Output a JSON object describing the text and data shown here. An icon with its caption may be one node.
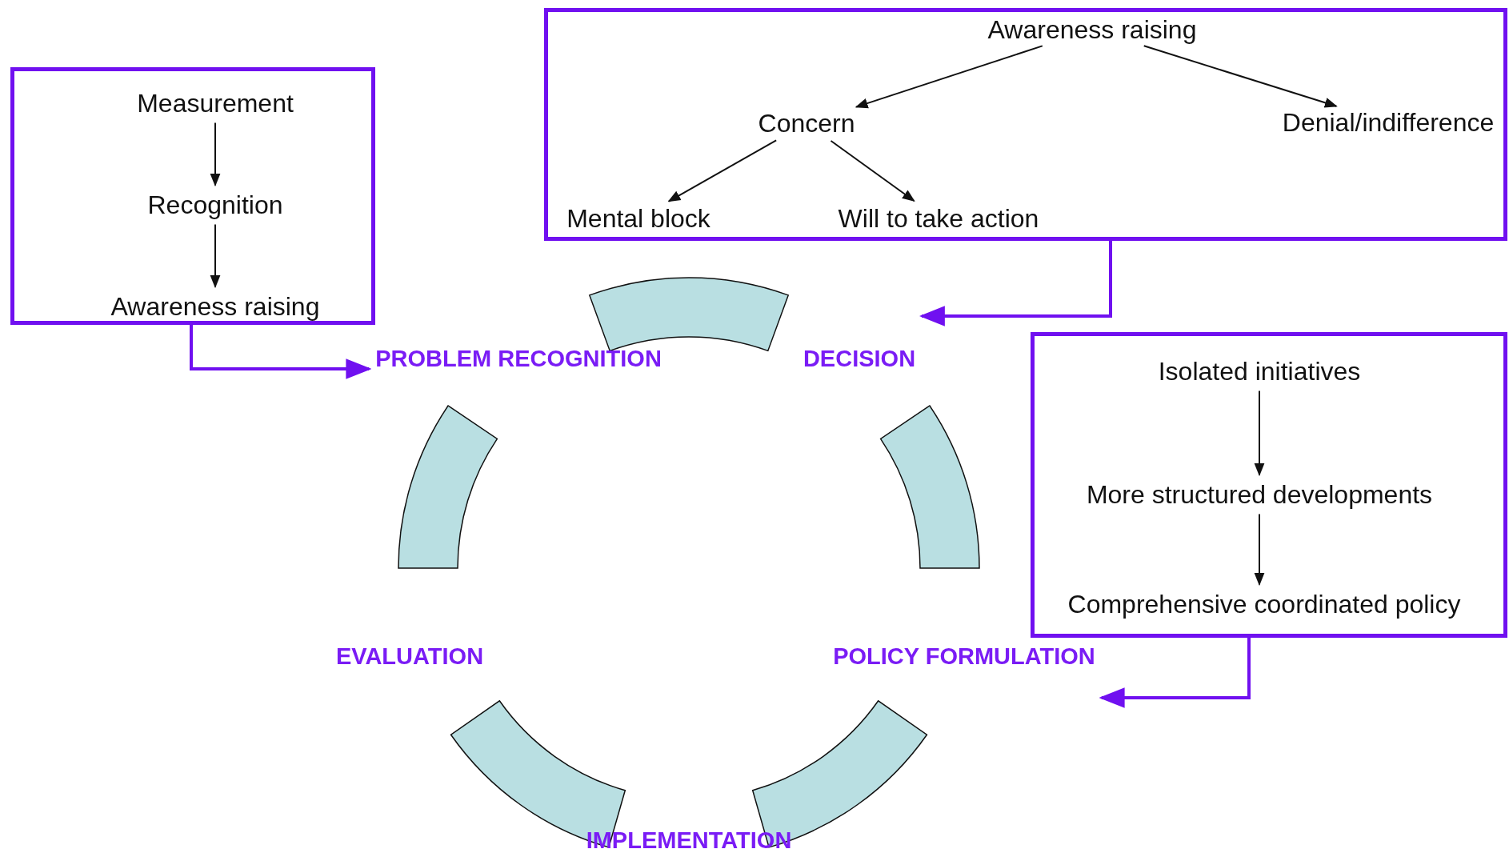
{
  "diagram": {
    "nodes": [
      {
        "text": [],
        "shape": "box"
      },
      {
        "text": [
          "Measurement"
        ],
        "in": 0
      },
      {
        "text": [
          "Recognition"
        ],
        "in": 0
      },
      {
        "text": [
          "Awareness raising"
        ],
        "in": 0
      },
      {
        "text": [],
        "shape": "box"
      },
      {
        "text": [
          "Awareness raising"
        ],
        "in": 4
      },
      {
        "text": [
          "Concern"
        ],
        "in": 4
      },
      {
        "text": [
          "Denial/indifference"
        ],
        "in": 4
      },
      {
        "text": [
          "Mental block"
        ],
        "in": 4
      },
      {
        "text": [
          "Will to take action"
        ],
        "in": 4
      },
      {
        "text": [],
        "shape": "box"
      },
      {
        "text": [
          "Isolated initiatives"
        ],
        "in": 10
      },
      {
        "text": [
          "More structured developments"
        ],
        "in": 10
      },
      {
        "text": [
          "Comprehensive coordinated policy"
        ],
        "in": 10
      },
      {
        "text": [
          "PROBLEM RECOGNITION"
        ]
      },
      {
        "text": [
          "DECISION"
        ]
      },
      {
        "text": [
          "POLICY FORMULATION"
        ]
      },
      {
        "text": [
          "IMPLEMENTATION"
        ]
      },
      {
        "text": [
          "EVALUATION"
        ]
      }
    ],
    "edges": [
      {
        "from": 1,
        "to": 2,
        "arrow": "to"
      },
      {
        "from": 2,
        "to": 3,
        "arrow": "to"
      },
      {
        "from": 5,
        "to": 6,
        "arrow": "to"
      },
      {
        "from": 5,
        "to": 7,
        "arrow": "to"
      },
      {
        "from": 6,
        "to": 8,
        "arrow": "to"
      },
      {
        "from": 6,
        "to": 9,
        "arrow": "to"
      },
      {
        "from": 11,
        "to": 12,
        "arrow": "to"
      },
      {
        "from": 12,
        "to": 13,
        "arrow": "to"
      },
      {
        "from": 0,
        "to": 14,
        "arrow": "to",
        "color": "#7010f0"
      },
      {
        "from": 4,
        "to": 15,
        "arrow": "to",
        "color": "#7010f0"
      },
      {
        "from": 10,
        "to": 16,
        "arrow": "to",
        "color": "#7010f0"
      }
    ]
  }
}
